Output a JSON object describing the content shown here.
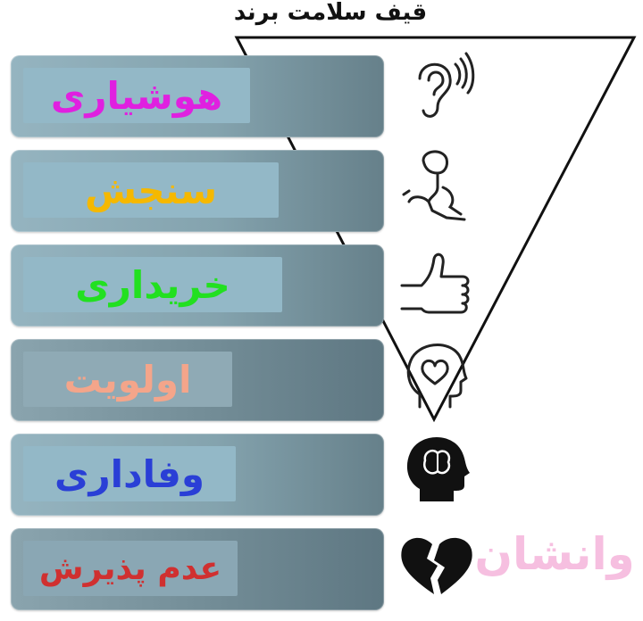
{
  "title": "قیف سلامت برند",
  "stages": [
    {
      "label": "هوشیاری",
      "color": "#e020e0",
      "icon": "ear-sound-icon"
    },
    {
      "label": "سنجش",
      "color": "#f5b800",
      "icon": "thinking-person-icon"
    },
    {
      "label": "خریداری",
      "color": "#22e020",
      "icon": "thumbs-up-icon"
    },
    {
      "label": "اولویت",
      "color": "#f4a58a",
      "icon": "head-heart-icon"
    },
    {
      "label": "وفاداری",
      "color": "#2a3fd6",
      "icon": "head-brain-icon"
    },
    {
      "label": "عدم پذیرش",
      "color": "#d03030",
      "icon": "broken-heart-icon"
    }
  ],
  "side_label": {
    "text": "وانشان",
    "color": "#f6bfe0"
  }
}
